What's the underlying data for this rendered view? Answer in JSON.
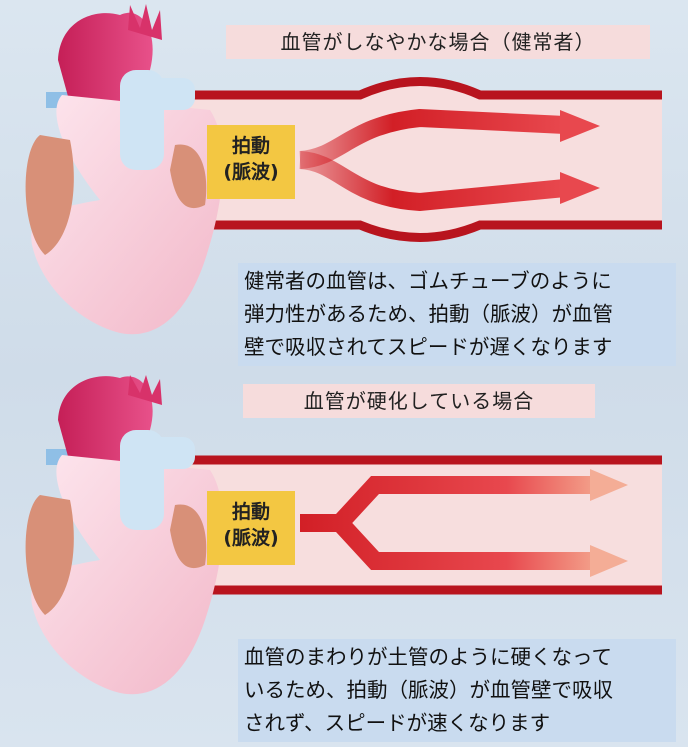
{
  "sections": [
    {
      "title": "血管がしなやかな場合（健常者）",
      "pulse_label": [
        "拍動",
        "(脈波)"
      ],
      "caption_lines": [
        "健常者の血管は、ゴムチューブのように",
        "弾力性があるため、拍動（脈波）が血管",
        "壁で吸収されてスピードが遅くなります"
      ]
    },
    {
      "title": "血管が硬化している場合",
      "pulse_label": [
        "拍動",
        "(脈波)"
      ],
      "caption_lines": [
        "血管のまわりが土管のように硬くなって",
        "いるため、拍動（脈波）が血管壁で吸収",
        "されず、スピードが速くなります"
      ]
    }
  ],
  "colors": {
    "vessel_wall": "#b8141e",
    "vessel_inner": "#f7dede",
    "arrow": "#d21f26",
    "heart": "#f4c7d3",
    "aorta": "#d8326a",
    "vena": "#cfe4f4",
    "title_bg": "#f6dcdc",
    "pulse_bg": "#f3c742",
    "caption_bg": "#c9dbef"
  }
}
